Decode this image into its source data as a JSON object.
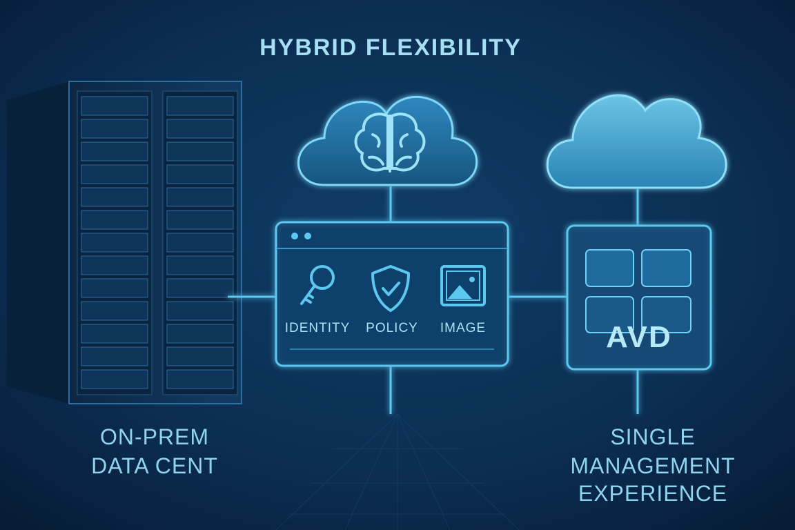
{
  "title": "HYBRID FLEXIBILITY",
  "left_label": [
    "ON-PREM",
    "DATA CENT"
  ],
  "center_panel": {
    "items": [
      {
        "label": "IDENTITY",
        "icon": "key-icon"
      },
      {
        "label": "POLICY",
        "icon": "shield-check-icon"
      },
      {
        "label": "IMAGE",
        "icon": "image-icon"
      }
    ],
    "cloud_icon": "brain-icon"
  },
  "right_panel": {
    "label": "AVD",
    "icon": "tiles-icon"
  },
  "right_label": [
    "SINGLE",
    "MANAGEMENT",
    "EXPERIENCE"
  ],
  "colors": {
    "background": "#0a2a4a",
    "accent": "#5cc8f0",
    "text": "#8ed4ef"
  }
}
